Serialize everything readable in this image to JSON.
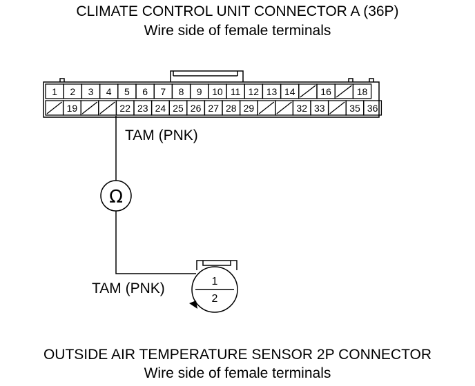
{
  "connector_a": {
    "title": "CLIMATE CONTROL UNIT CONNECTOR A (36P)",
    "subtitle": "Wire side of female terminals",
    "top_row": [
      "1",
      "2",
      "3",
      "4",
      "5",
      "6",
      "7",
      "8",
      "9",
      "10",
      "11",
      "12",
      "13",
      "14",
      "",
      "16",
      "",
      "18"
    ],
    "bottom_row": [
      "",
      "19",
      "",
      "",
      "22",
      "23",
      "24",
      "25",
      "26",
      "27",
      "28",
      "29",
      "",
      "",
      "32",
      "33",
      "",
      "35",
      "36"
    ]
  },
  "wire_label_top": "TAM (PNK)",
  "ohmmeter_symbol": "Ω",
  "wire_label_bottom": "TAM (PNK)",
  "sensor_connector": {
    "pins": [
      "1",
      "2"
    ],
    "title": "OUTSIDE AIR TEMPERATURE SENSOR 2P CONNECTOR",
    "subtitle": "Wire side of female terminals"
  }
}
